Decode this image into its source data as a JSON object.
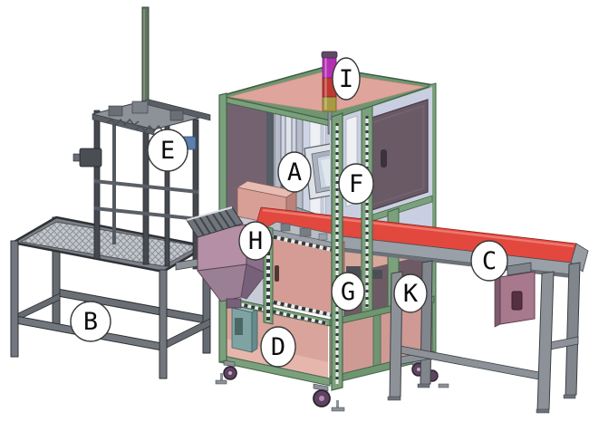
{
  "figure": {
    "background": "#ffffff",
    "kind": "isometric-machine-callout-diagram"
  },
  "palette": {
    "frame_green": "#7ba17c",
    "frame_green_dark": "#6f9671",
    "top_pink": "#dfa49b",
    "panel_pink": "#d49c94",
    "belt_red": "#e2483e",
    "door_mauve": "#695a66",
    "hopper_mauve": "#b48fa6",
    "steel_gray": "#8d9299",
    "table_gray": "#72777e",
    "window_blue": "#ccd3e6",
    "lamp_magenta": "#b52fb5",
    "lamp_red": "#bd3a31",
    "lamp_yellow": "#a89a42",
    "caster_purple": "#5d4460",
    "label_fill": "#ffffff",
    "label_border": "#3a3a3a",
    "label_text": "#0b0b0b"
  },
  "labels": {
    "items": [
      {
        "letter": "A",
        "points_to": "vertical-transfer-module"
      },
      {
        "letter": "B",
        "points_to": "stock-table"
      },
      {
        "letter": "C",
        "points_to": "outfeed-conveyor"
      },
      {
        "letter": "D",
        "points_to": "base-cabinet"
      },
      {
        "letter": "E",
        "points_to": "elevator-tower"
      },
      {
        "letter": "F",
        "points_to": "touch-monitor"
      },
      {
        "letter": "G",
        "points_to": "enclosure-box"
      },
      {
        "letter": "H",
        "points_to": "hopper"
      },
      {
        "letter": "I",
        "points_to": "signal-tower-light"
      },
      {
        "letter": "K",
        "points_to": "conveyor-support-frame"
      }
    ]
  }
}
